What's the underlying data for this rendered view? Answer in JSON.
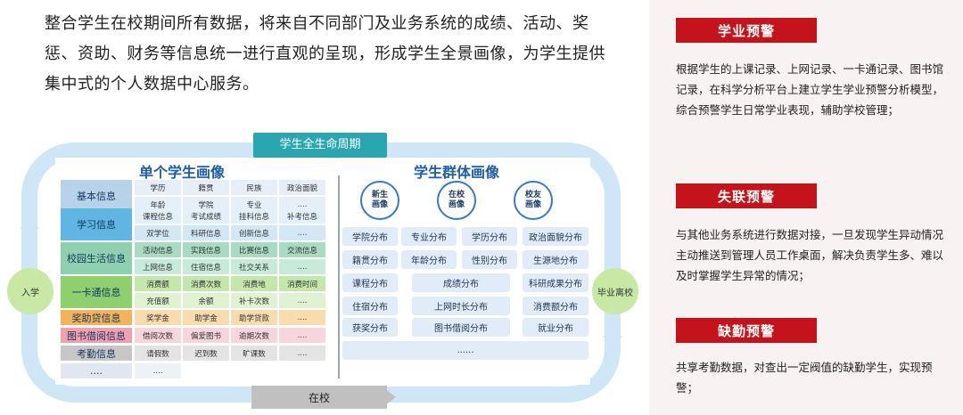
{
  "intro": "整合学生在校期间所有数据，将来自不同部门及业务系统的成绩、活动、奖惩、资助、财务等信息统一进行直观的呈现，形成学生全景画像，为学生提供集中式的个人数据中心服务。",
  "lifecycle_label": "学生全生命周期",
  "entry_label": "入学",
  "exit_label": "毕业离校",
  "bottom_label": "在校",
  "single": {
    "title": "单个学生画像",
    "rows": [
      {
        "cat": "基本信息",
        "cat_color": "#b8d2ea",
        "cells": [
          [
            "学历",
            "籍贯",
            "民族",
            "政治面貌"
          ],
          [
            "年龄",
            "学院",
            "专业",
            "...."
          ]
        ],
        "cell_colors": [
          "#e6eff8",
          "#e6eff8"
        ]
      },
      {
        "cat": "学习信息",
        "cat_color": "#5fb6e2",
        "cells": [
          [
            "课程信息",
            "考试成绩",
            "挂科信息",
            "补考信息"
          ],
          [
            "双学位",
            "科研信息",
            "创新信息",
            "...."
          ]
        ],
        "cell_colors": [
          "#e2f0fa",
          "#d3e8f6"
        ]
      },
      {
        "cat": "校园生活信息",
        "cat_color": "#8fd0b0",
        "cells": [
          [
            "活动信息",
            "实践信息",
            "比赛信息",
            "交流信息"
          ],
          [
            "上网信息",
            "住宿信息",
            "社交关系",
            "...."
          ]
        ],
        "cell_colors": [
          "#a7dcc3",
          "#c8eadb"
        ]
      },
      {
        "cat": "一卡通信息",
        "cat_color": "#8fcf70",
        "cells": [
          [
            "消费额",
            "消费次数",
            "消费地",
            "消费时间"
          ],
          [
            "充值额",
            "余额",
            "补卡次数",
            "...."
          ]
        ],
        "cell_colors": [
          "#c4e7ac",
          "#dff2d1"
        ]
      },
      {
        "cat": "奖助贷信息",
        "cat_color": "#f3b35a",
        "cells": [
          [
            "奖学金",
            "助学金",
            "助学贷款",
            "...."
          ]
        ],
        "cell_colors": [
          "#f9dcae"
        ]
      },
      {
        "cat": "图书借阅信息",
        "cat_color": "#f2a0b0",
        "cells": [
          [
            "借阅次数",
            "偏爱图书",
            "逾期次数",
            "...."
          ]
        ],
        "cell_colors": [
          "#f8d4dc"
        ]
      },
      {
        "cat": "考勤信息",
        "cat_color": "#c7c7c7",
        "cells": [
          [
            "请假数",
            "迟到数",
            "旷课数",
            "...."
          ]
        ],
        "cell_colors": [
          "#e4e4e4"
        ]
      },
      {
        "cat": "....",
        "cat_color": "#e0e7f0",
        "cells": [
          [
            "...."
          ]
        ],
        "cell_colors": [
          "#eef2f7"
        ]
      }
    ]
  },
  "group": {
    "title": "学生群体画像",
    "circles": [
      "新生\n画像",
      "在校\n画像",
      "校友\n画像"
    ],
    "tags": [
      "学院分布",
      "专业分布",
      "学历分布",
      "政治面貌分布",
      "籍贯分布",
      "年龄分布",
      "性别分布",
      "生源地分布",
      "课程分布",
      "成绩分布",
      "科研成果分布",
      "住宿分布",
      "上网时长分布",
      "消费额分布",
      "获奖分布",
      "图书借阅分布",
      "就业分布",
      "......"
    ]
  },
  "warnings": [
    {
      "title": "学业预警",
      "text": "根据学生的上课记录、上网记录、一卡通记录、图书馆记录，在科学分析平台上建立学生学业预警分析模型，综合预警学生日常学业表现，辅助学校管理；"
    },
    {
      "title": "失联预警",
      "text": "与其他业务系统进行数据对接，一旦发现学生异动情况主动推送到管理人员工作桌面，解决负责学生多、难以及时掌握学生异常的情况；"
    },
    {
      "title": "缺勤预警",
      "text": "共享考勤数据，对查出一定阀值的缺勤学生，实现预警；"
    }
  ],
  "colors": {
    "accent": "#c4131a",
    "lifecycle": "#2aa6b0",
    "loop": "#cfe6f7",
    "panel_bg": "#f8f2f2"
  }
}
